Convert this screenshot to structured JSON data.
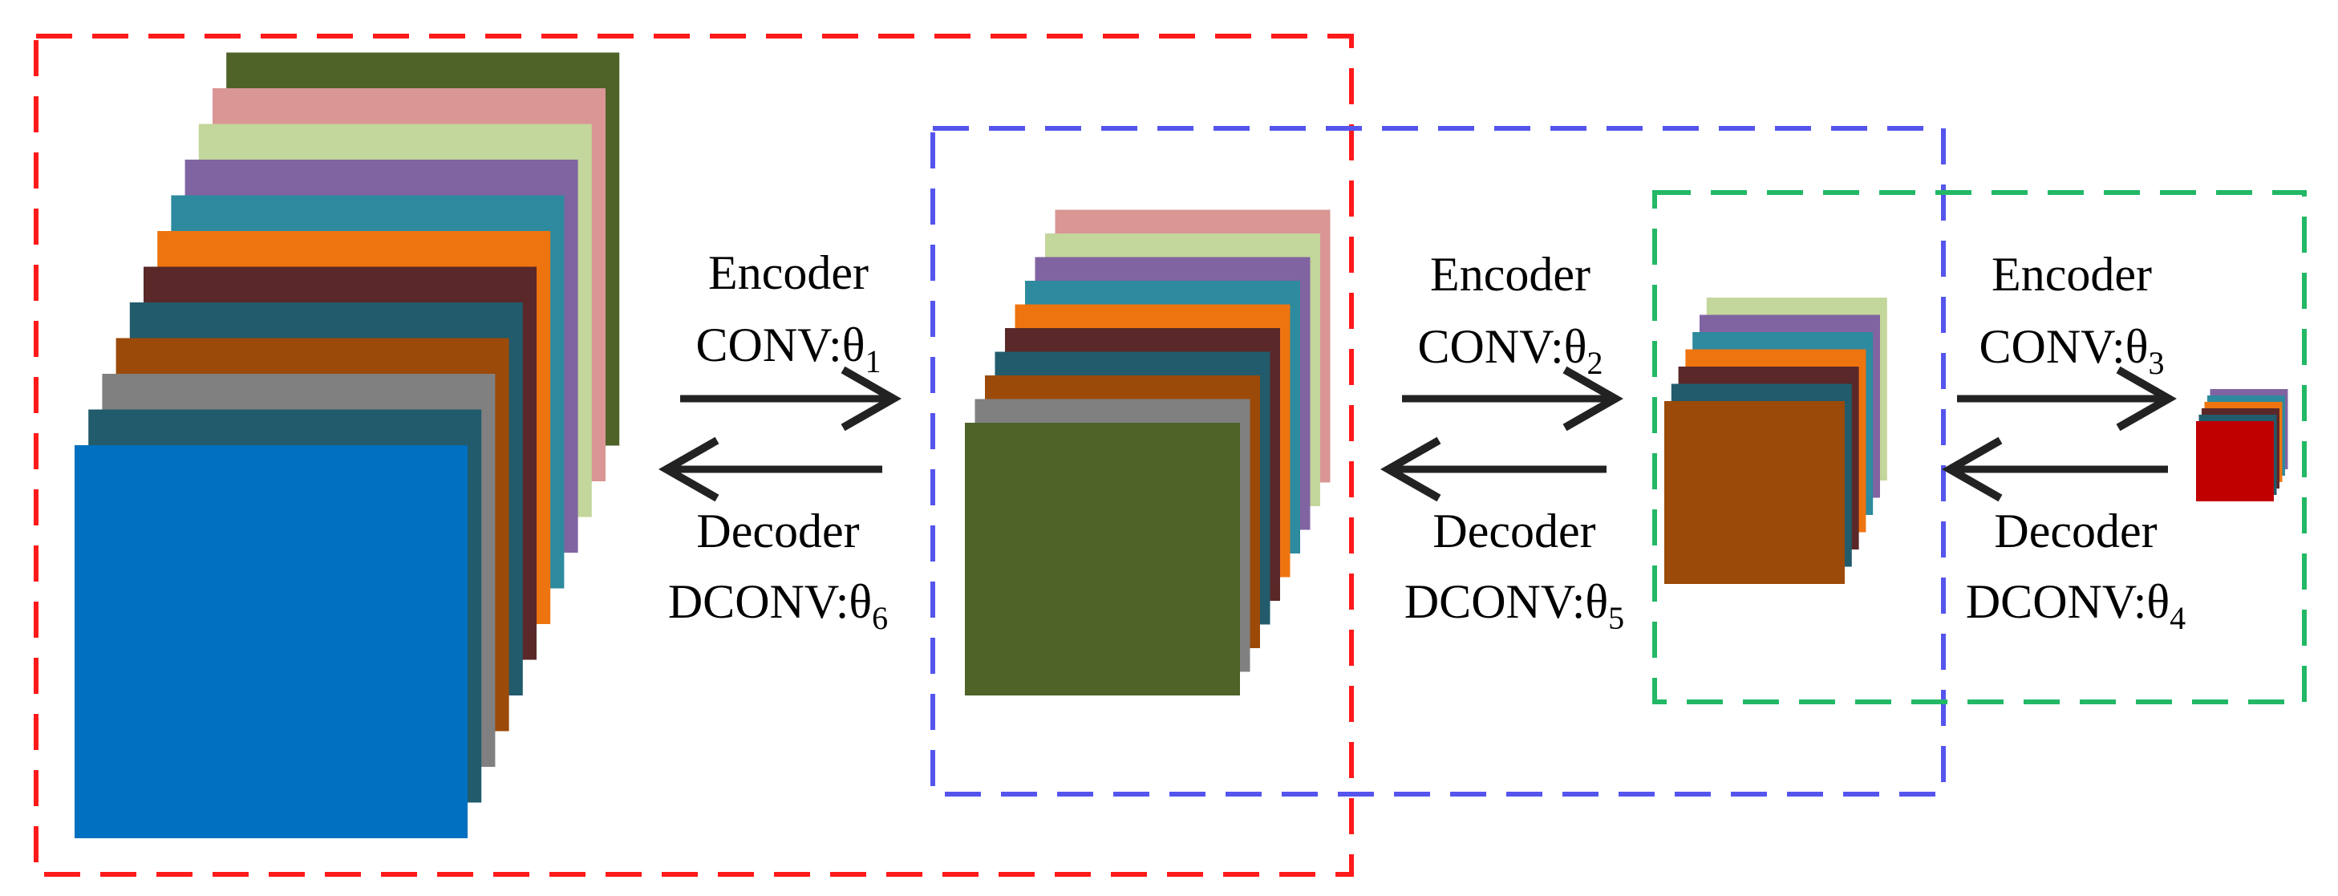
{
  "stages": [
    {
      "encoder_title": "Encoder",
      "encoder_op": "CONV:",
      "encoder_param": "θ",
      "encoder_sub": "1",
      "decoder_title": "Decoder",
      "decoder_op": "DCONV:",
      "decoder_param": "θ",
      "decoder_sub": "6"
    },
    {
      "encoder_title": "Encoder",
      "encoder_op": "CONV:",
      "encoder_param": "θ",
      "encoder_sub": "2",
      "decoder_title": "Decoder",
      "decoder_op": "DCONV:",
      "decoder_param": "θ",
      "decoder_sub": "5"
    },
    {
      "encoder_title": "Encoder",
      "encoder_op": "CONV:",
      "encoder_param": "θ",
      "encoder_sub": "3",
      "decoder_title": "Decoder",
      "decoder_op": "DCONV:",
      "decoder_param": "θ",
      "decoder_sub": "4"
    }
  ],
  "boxes": {
    "red": "#ff1a1a",
    "blue": "#5555ee",
    "green": "#22b866"
  },
  "stacks": [
    {
      "name": "large-feature-stack",
      "front_color": "#0070c0",
      "layer_colors": [
        "#0070c0",
        "#225b6b",
        "#808080",
        "#9b4a0a",
        "#225b6b",
        "#5a2828",
        "#ee7410",
        "#2e8a9e",
        "#8064a2",
        "#c3d69b",
        "#d99694",
        "#4f6228"
      ]
    },
    {
      "name": "medium-feature-stack",
      "front_color": "#4f6228",
      "layer_colors": [
        "#4f6228",
        "#808080",
        "#9b4a0a",
        "#225b6b",
        "#5a2828",
        "#ee7410",
        "#2e8a9e",
        "#8064a2",
        "#c3d69b",
        "#d99694"
      ]
    },
    {
      "name": "small-feature-stack",
      "front_color": "#9b4a0a",
      "layer_colors": [
        "#9b4a0a",
        "#225b6b",
        "#5a2828",
        "#ee7410",
        "#2e8a9e",
        "#8064a2",
        "#c3d69b"
      ]
    },
    {
      "name": "tiny-feature-stack",
      "front_color": "#c00000",
      "layer_colors": [
        "#c00000",
        "#225b6b",
        "#5a2828",
        "#ee7410",
        "#2e8a9e",
        "#8064a2"
      ]
    }
  ]
}
